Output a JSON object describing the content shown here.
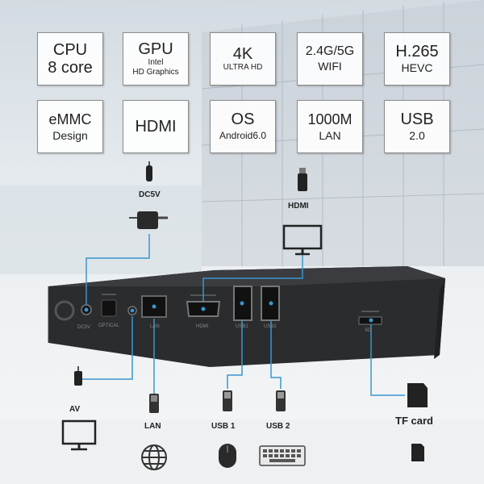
{
  "specs": [
    {
      "line1": "CPU",
      "line2": "8 core"
    },
    {
      "line1": "GPU",
      "line2": "Intel",
      "line3": "HD Graphics"
    },
    {
      "line1": "4K",
      "line2": "ULTRA HD"
    },
    {
      "line1": "2.4G/5G",
      "line2": "WIFI"
    },
    {
      "line1": "H.265",
      "line2": "HEVC"
    },
    {
      "line1": "eMMC",
      "line2": "Design"
    },
    {
      "line1": "HDMI"
    },
    {
      "line1": "OS",
      "line2": "Android6.0"
    },
    {
      "line1": "1000M",
      "line2": "LAN"
    },
    {
      "line1": "USB",
      "line2": "2.0"
    }
  ],
  "ports_on_device": {
    "dc": "DC5V",
    "optical": "OPTICAL",
    "lan": "LAN",
    "hdmi": "HDMI",
    "usb1": "USB1",
    "usb2": "USB2",
    "sd": "SD"
  },
  "connections": {
    "dc": "DC5V",
    "hdmi": "HDMI",
    "av": "AV",
    "lan": "LAN",
    "usb1": "USB 1",
    "usb2": "USB 2",
    "tf": "TF card"
  },
  "colors": {
    "line": "#3a96cf",
    "device": "#2b2c2e",
    "tile_border": "#8c8c8c"
  }
}
